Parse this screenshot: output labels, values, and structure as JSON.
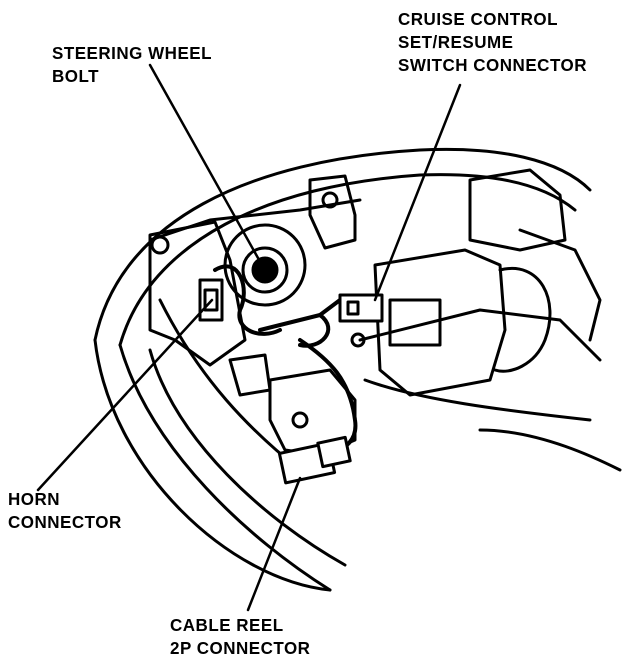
{
  "labels": {
    "steering_wheel_bolt": [
      "STEERING WHEEL",
      "BOLT"
    ],
    "cruise_control_connector": [
      "CRUISE CONTROL",
      "SET/RESUME",
      "SWITCH CONNECTOR"
    ],
    "horn_connector": [
      "HORN",
      "CONNECTOR"
    ],
    "cable_reel_connector": [
      "CABLE REEL",
      "2P CONNECTOR"
    ]
  }
}
